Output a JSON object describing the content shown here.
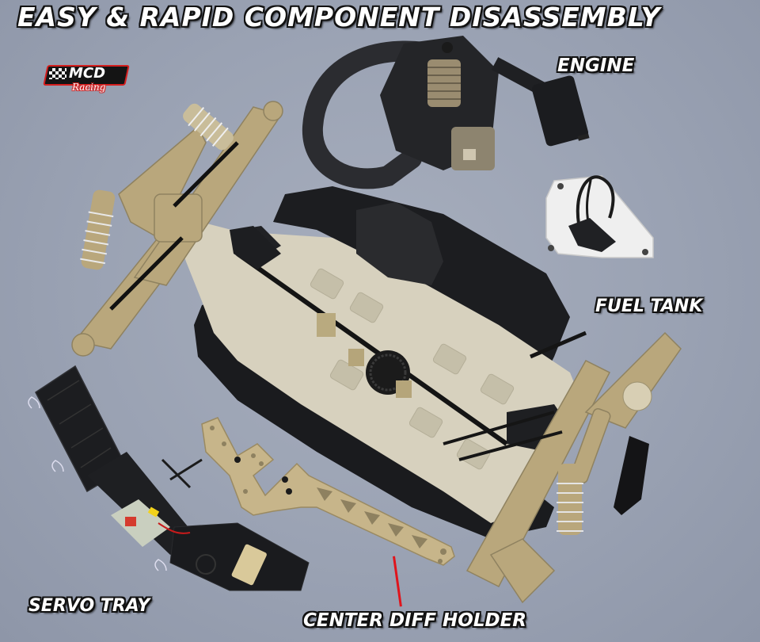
{
  "title": "EASY & RAPID COMPONENT DISASSEMBLY",
  "logo": {
    "brand": "MCD",
    "subtitle": "Racing"
  },
  "labels": {
    "engine": "ENGINE",
    "fuel_tank": "FUEL TANK",
    "servo_tray": "SERVO TRAY",
    "center_diff_holder": "CENTER DIFF HOLDER"
  },
  "colors": {
    "background": "#9aa2b3",
    "label_text": "#ffffff",
    "label_outline": "#111111",
    "pointer": "#e0141c",
    "aluminum_gold": "#b9a77c",
    "chassis_plate": "#d6d0bd",
    "plastic_black": "#1e1f22",
    "fuel_tank_white": "#eeeeee"
  },
  "components": [
    {
      "name": "engine",
      "description": "Engine with exhaust pipe and air filter"
    },
    {
      "name": "fuel-tank",
      "description": "White fuel tank with black fuel lines"
    },
    {
      "name": "rear-suspension",
      "description": "Gold aluminum rear arms, shocks and hubs"
    },
    {
      "name": "chassis",
      "description": "Aluminum chassis plate with black side guards and center differential"
    },
    {
      "name": "front-suspension",
      "description": "Front arms, shock and steering assembly"
    },
    {
      "name": "servo-tray",
      "description": "Black receiver box and servo tray"
    },
    {
      "name": "center-diff-holder",
      "description": "Gold aluminum brace / center diff holder"
    }
  ]
}
